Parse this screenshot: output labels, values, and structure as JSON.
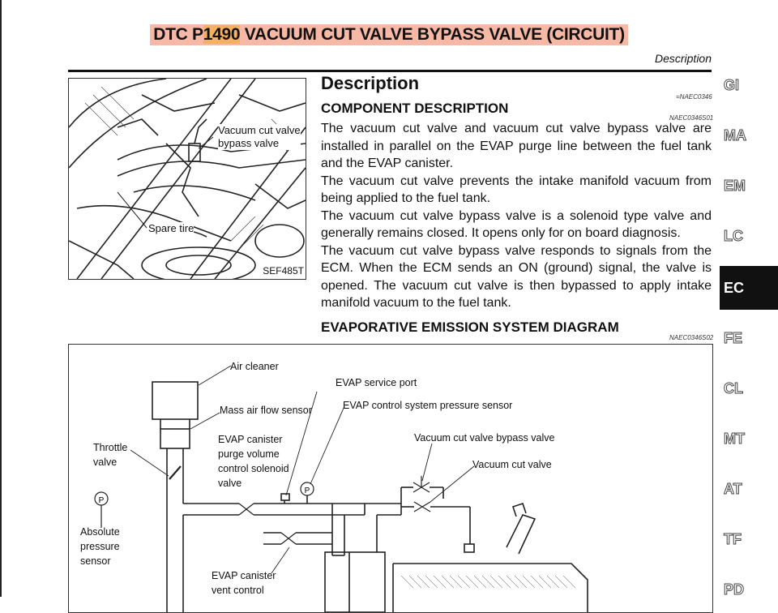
{
  "header": {
    "title_prefix": "DTC P",
    "title_code": "1490",
    "title_rest": " VACUUM CUT VALVE BYPASS VALVE (CIRCUIT)",
    "section_label": "Description"
  },
  "figure": {
    "label_bypass": "Vacuum cut valve\nbypass valve",
    "label_spare": "Spare tire",
    "code": "SEF485T"
  },
  "description": {
    "title": "Description",
    "ref_code": "=NAEC0346",
    "component_title": "COMPONENT DESCRIPTION",
    "component_ref": "NAEC0346S01",
    "paragraphs": [
      "The vacuum cut valve and vacuum cut valve bypass valve are installed in parallel on the EVAP purge line between the fuel tank and the EVAP canister.",
      "The vacuum cut valve prevents the intake manifold vacuum from being applied to the fuel tank.",
      "The vacuum cut valve bypass valve is a solenoid type valve and generally remains closed. It opens only for on board diagnosis.",
      "The vacuum cut valve bypass valve responds to signals from the ECM. When the ECM sends an ON (ground) signal, the valve is opened. The vacuum cut valve is then bypassed to apply intake manifold vacuum to the fuel tank."
    ],
    "diagram_title": "EVAPORATIVE EMISSION SYSTEM DIAGRAM",
    "diagram_ref": "NAEC0346S02"
  },
  "diagram": {
    "air_cleaner": "Air cleaner",
    "evap_service_port": "EVAP service port",
    "maf": "Mass air flow sensor",
    "pressure_sensor": "EVAP control system pressure sensor",
    "throttle": "Throttle\nvalve",
    "purge": "EVAP canister\npurge volume\ncontrol solenoid\nvalve",
    "bypass": "Vacuum cut valve bypass valve",
    "cut": "Vacuum cut valve",
    "absolute": "Absolute\npressure\nsensor",
    "vent": "EVAP canister\nvent control",
    "p_symbol": "P"
  },
  "tabs": [
    "GI",
    "MA",
    "EM",
    "LC",
    "EC",
    "FE",
    "CL",
    "MT",
    "AT",
    "TF",
    "PD"
  ],
  "active_tab": "EC"
}
